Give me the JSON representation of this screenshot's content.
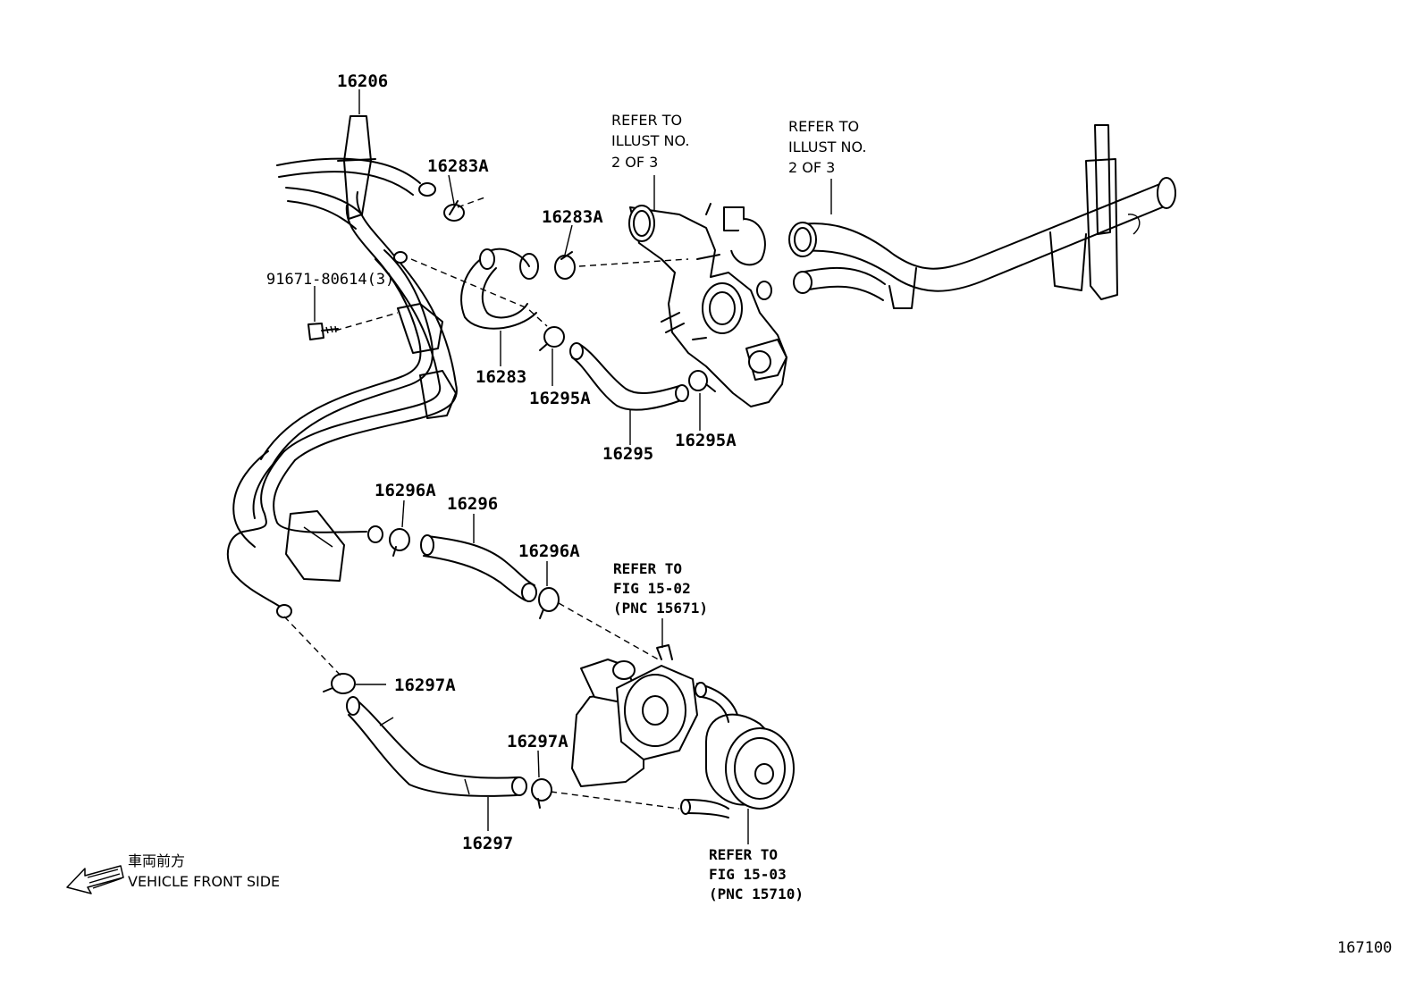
{
  "part_labels": [
    "16206",
    "16283A",
    "16283A",
    "91671-80614(3)",
    "16283",
    "16295A",
    "16295",
    "16295A",
    "16296A",
    "16296",
    "16296A",
    "16297A",
    "16297A",
    "16297"
  ],
  "refs": {
    "illust_left": [
      "REFER TO",
      "ILLUST NO.",
      "2 OF 3"
    ],
    "illust_right": [
      "REFER TO",
      "ILLUST NO.",
      "2 OF 3"
    ],
    "fig_15_02": [
      "REFER TO",
      "FIG 15-02",
      "(PNC 15671)"
    ],
    "fig_15_03": [
      "REFER TO",
      "FIG 15-03",
      "(PNC 15710)"
    ]
  },
  "direction": {
    "jp": "車両前方",
    "en": "VEHICLE FRONT SIDE",
    "icon": "arrow-left-icon"
  },
  "illustration_number": "167100"
}
